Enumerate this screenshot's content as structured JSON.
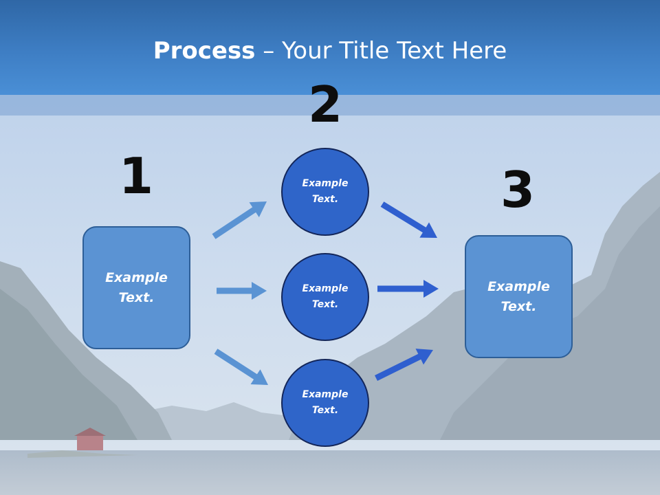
{
  "title": {
    "bold": "Process",
    "rest": " – Your Title Text Here"
  },
  "steps": {
    "one": "1",
    "two": "2",
    "three": "3"
  },
  "left_box": {
    "text": "Example Text."
  },
  "circles": [
    {
      "text": "Example Text."
    },
    {
      "text": "Example Text."
    },
    {
      "text": "Example Text."
    }
  ],
  "right_box": {
    "text": "Example Text."
  },
  "colors": {
    "header": "#3e7ec4",
    "box_fill": "#5b93d3",
    "circle_fill": "#2f65c9",
    "arrow_light": "#5a93d3",
    "arrow_dark": "#2f5fcf"
  }
}
